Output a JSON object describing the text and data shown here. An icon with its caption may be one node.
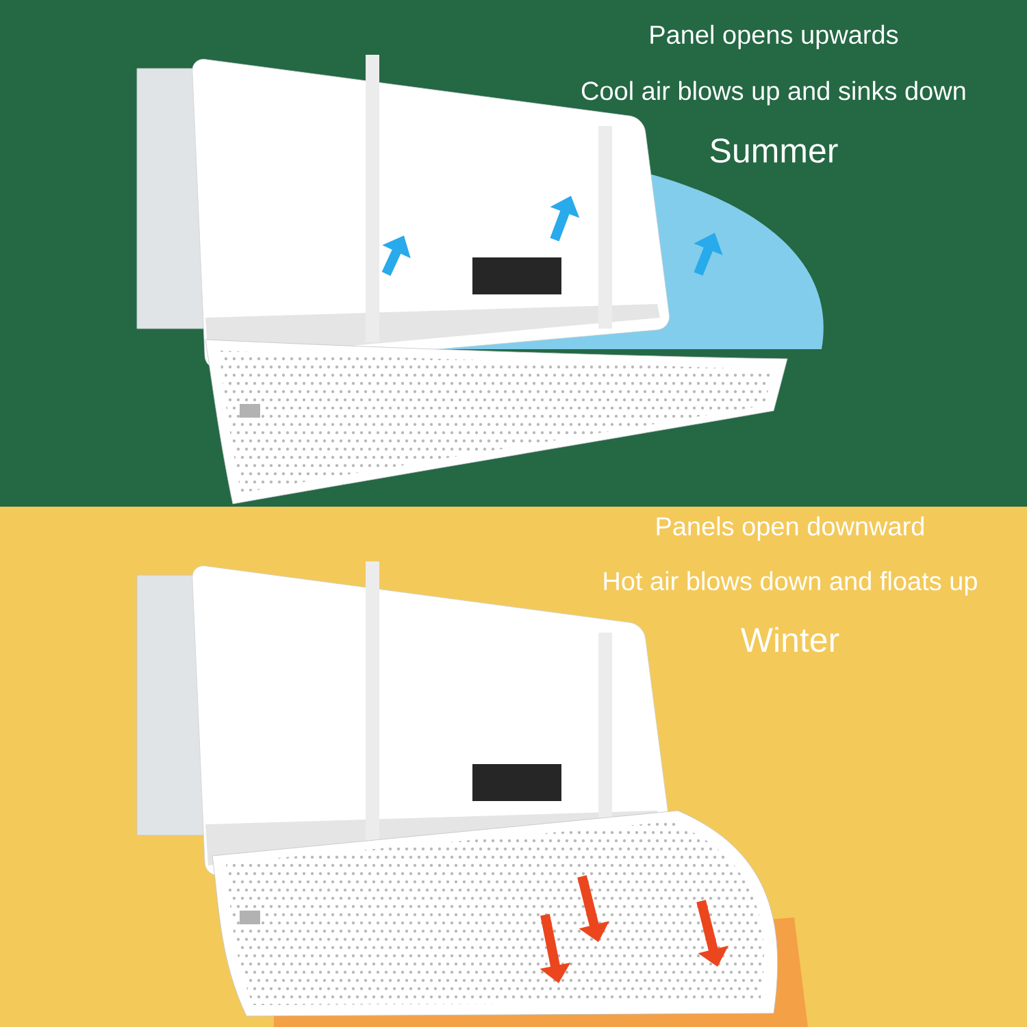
{
  "diagram": {
    "labels": [
      "Panel opens upwards",
      "Cool air blows up and sinks down",
      "Summer",
      "Panels open downward",
      "Hot air blows down and floats up",
      "Winter"
    ]
  }
}
